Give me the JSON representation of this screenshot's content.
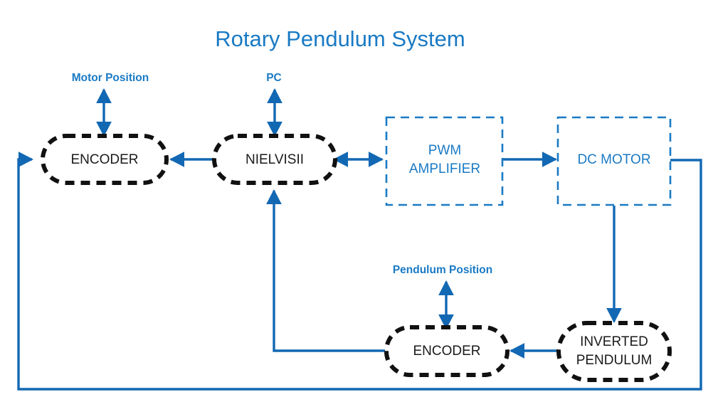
{
  "title": "Rotary Pendulum System",
  "theme": {
    "accent_blue": "#1a7ac4",
    "line_blue": "#1268b3",
    "block_black": "#111111",
    "background": "#ffffff"
  },
  "blocks": [
    {
      "id": "encoder_top",
      "label": "ENCODER",
      "shape": "stadium",
      "style": "black-dashed"
    },
    {
      "id": "ni_elvis",
      "label": "NIELVISII",
      "shape": "stadium",
      "style": "black-dashed"
    },
    {
      "id": "pwm_amplifier",
      "label_line1": "PWM",
      "label_line2": "AMPLIFIER",
      "shape": "rect",
      "style": "blue-dashed"
    },
    {
      "id": "dc_motor",
      "label": "DC MOTOR",
      "shape": "rect",
      "style": "blue-dashed"
    },
    {
      "id": "inverted_pendulum",
      "label_line1": "INVERTED",
      "label_line2": "PENDULUM",
      "shape": "stadium",
      "style": "black-dashed"
    },
    {
      "id": "encoder_bottom",
      "label": "ENCODER",
      "shape": "stadium",
      "style": "black-dashed"
    }
  ],
  "annotations": [
    {
      "id": "motor_position",
      "label": "Motor Position"
    },
    {
      "id": "pc",
      "label": "PC"
    },
    {
      "id": "pendulum_position",
      "label": "Pendulum Position"
    }
  ],
  "connections": [
    {
      "id": "ni-to-encoder-top",
      "from": "ni_elvis",
      "to": "encoder_top",
      "arrows": "single"
    },
    {
      "id": "ni-to-pwm",
      "from": "ni_elvis",
      "to": "pwm_amplifier",
      "arrows": "double"
    },
    {
      "id": "pwm-to-dcmotor",
      "from": "pwm_amplifier",
      "to": "dc_motor",
      "arrows": "single"
    },
    {
      "id": "dcmotor-to-pendulum",
      "from": "dc_motor",
      "to": "inverted_pendulum",
      "arrows": "single"
    },
    {
      "id": "pendulum-to-encoder-bot",
      "from": "inverted_pendulum",
      "to": "encoder_bottom",
      "arrows": "single"
    },
    {
      "id": "encoder-bot-to-ni",
      "from": "encoder_bottom",
      "to": "ni_elvis",
      "arrows": "single"
    },
    {
      "id": "motor-feedback-loop",
      "from": "dc_motor",
      "to": "encoder_top",
      "arrows": "single"
    },
    {
      "id": "motor-position-probe",
      "from": "encoder_top",
      "to": "motor_position",
      "arrows": "double"
    },
    {
      "id": "pc-probe",
      "from": "ni_elvis",
      "to": "pc",
      "arrows": "double"
    },
    {
      "id": "pendulum-position-probe",
      "from": "encoder_bottom",
      "to": "pendulum_position",
      "arrows": "double"
    }
  ]
}
